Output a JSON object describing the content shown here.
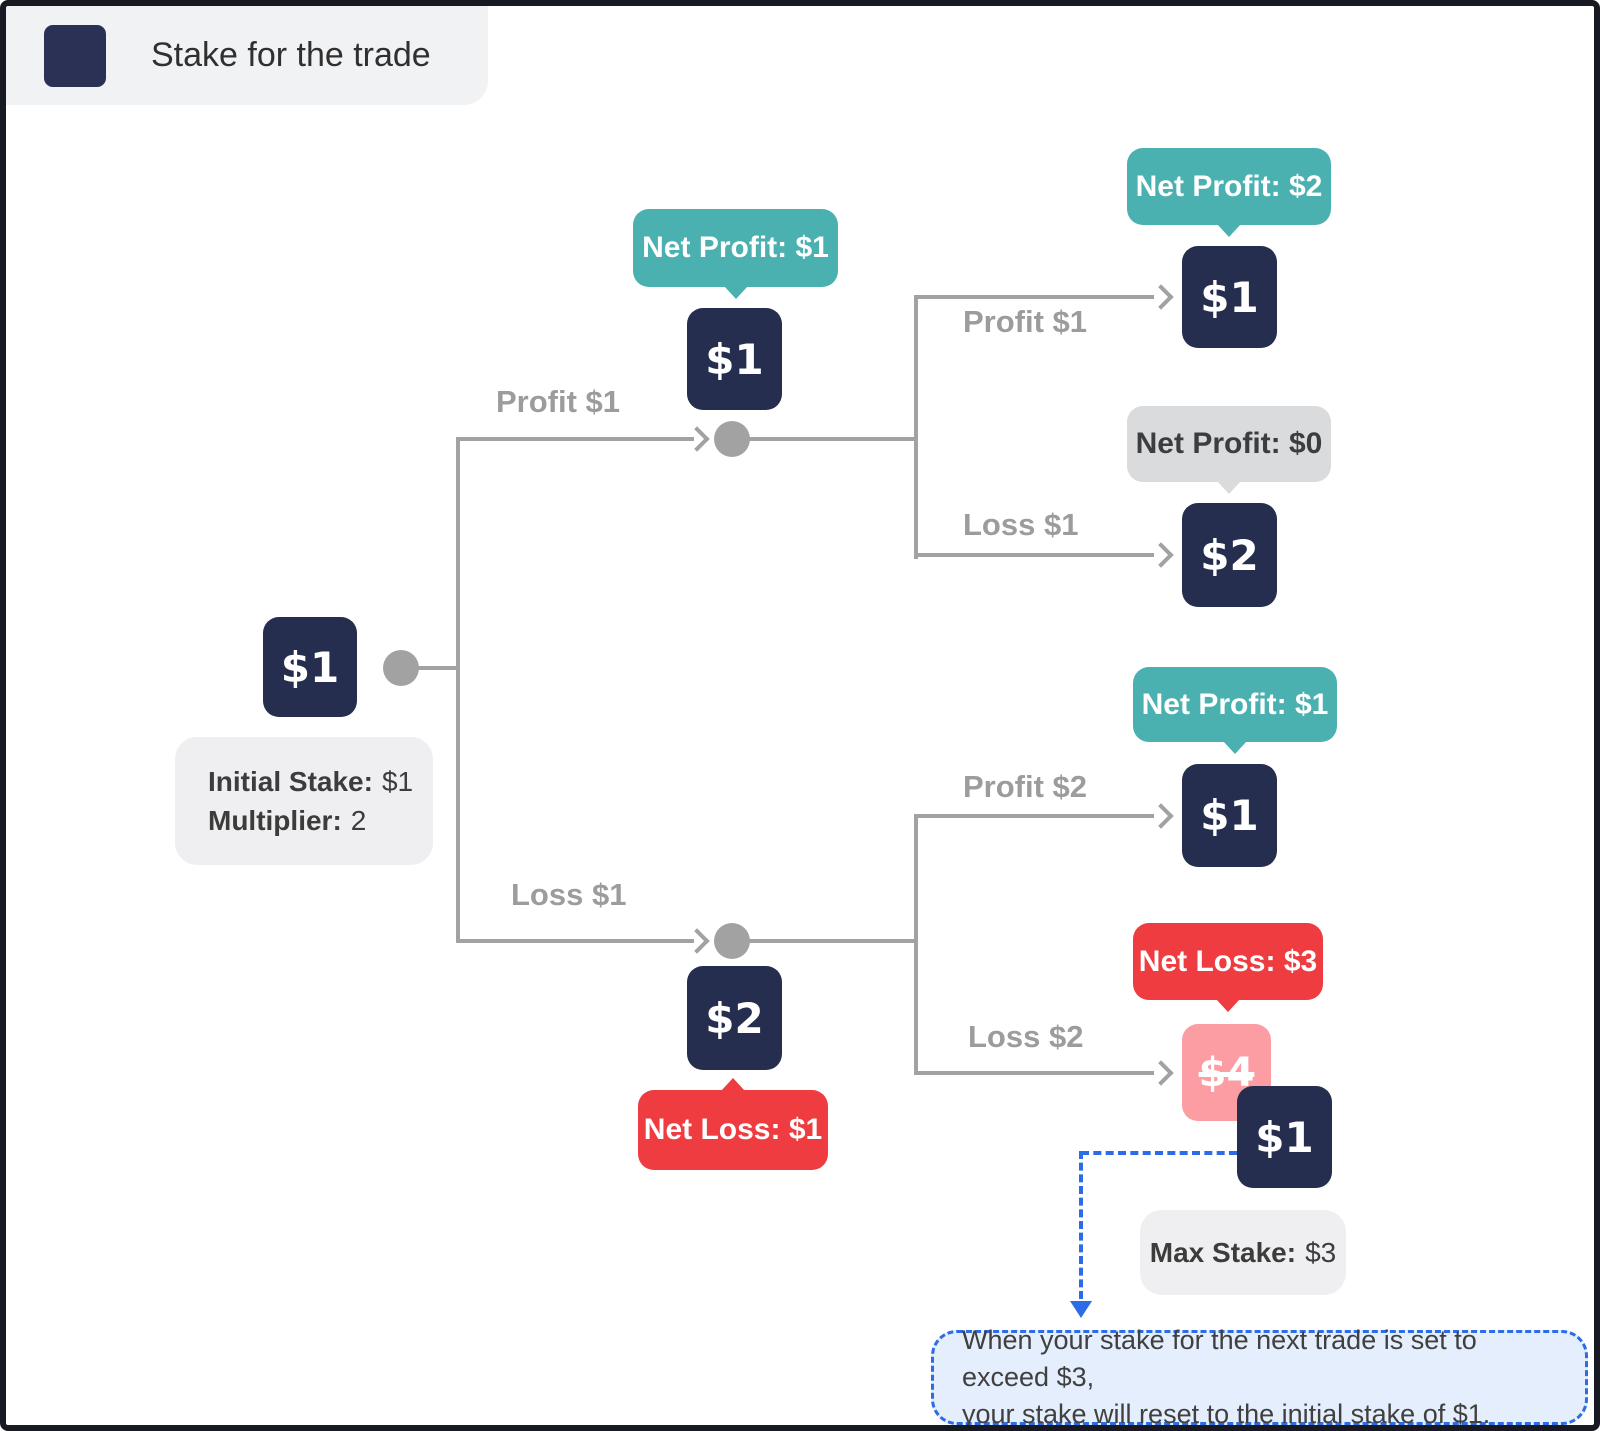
{
  "legend": {
    "label": "Stake for the trade"
  },
  "colors": {
    "stake_navy": "#262e4f",
    "profit_teal": "#4bb1b0",
    "loss_red": "#ee3c41",
    "exceeded_pink": "#fb9da3",
    "neutral_bubble_gray": "#d9dbdd",
    "info_box_gray": "#efeff1",
    "connector_gray": "#a2a2a2",
    "callout_blue": "#2c6ce6",
    "note_bg": "#e4eefc"
  },
  "root": {
    "stake": "$1"
  },
  "root_info": {
    "initial_stake_label": "Initial Stake:",
    "initial_stake_value": "$1",
    "multiplier_label": "Multiplier:",
    "multiplier_value": "2"
  },
  "branches": {
    "root_profit": "Profit $1",
    "root_loss": "Loss $1",
    "after_win_profit": "Profit $1",
    "after_win_loss": "Loss $1",
    "after_loss_profit": "Profit $2",
    "after_loss_loss": "Loss $2"
  },
  "nodes": {
    "after_win": {
      "stake": "$1",
      "tooltip": "Net Profit: $1"
    },
    "after_loss": {
      "stake": "$2",
      "tooltip": "Net Loss: $1"
    },
    "win_then_win": {
      "stake": "$1",
      "tooltip": "Net Profit: $2"
    },
    "win_then_loss": {
      "stake": "$2",
      "tooltip": "Net Profit: $0"
    },
    "loss_then_win": {
      "stake": "$1",
      "tooltip": "Net Profit: $1"
    },
    "loss_then_loss": {
      "stake": "$4",
      "tooltip": "Net Loss: $3",
      "reset_stake": "$1"
    }
  },
  "max_stake": {
    "label": "Max Stake:",
    "value": "$3"
  },
  "note": {
    "line1": "When your stake for the next trade is set to exceed $3,",
    "line2": "your stake will reset to the initial stake of $1."
  }
}
